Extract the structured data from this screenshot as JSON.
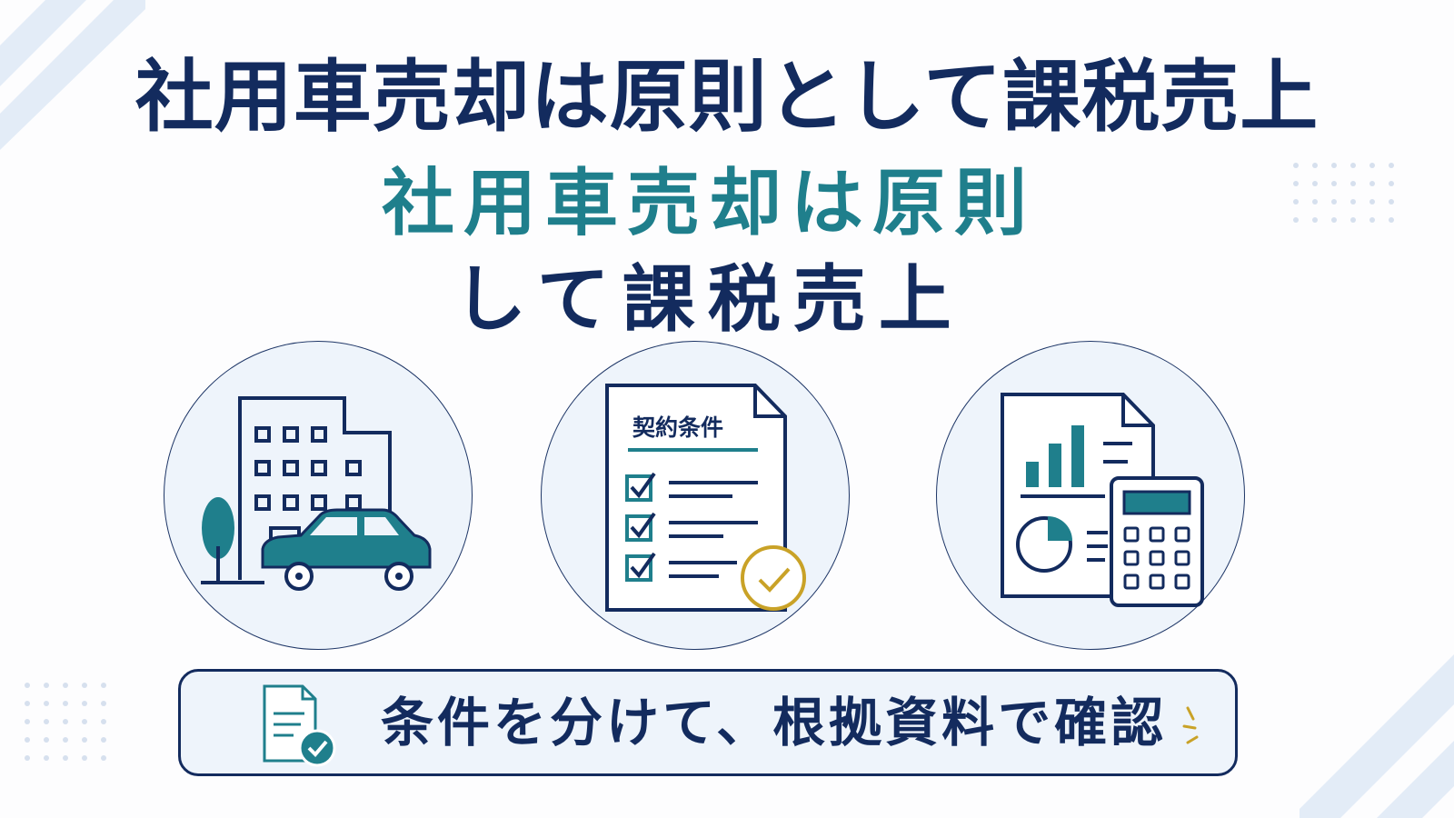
{
  "title": {
    "line1": "社用車売却は原則として課税売上",
    "line2": "社用車売却は原則",
    "line3": "して課税売上"
  },
  "icons": [
    {
      "name": "building-car-icon"
    },
    {
      "name": "contract-document-icon",
      "label": "契約条件"
    },
    {
      "name": "report-calculator-icon"
    }
  ],
  "banner": {
    "text": "条件を分けて、根拠資料で確認",
    "icon": "document-check-icon"
  },
  "colors": {
    "navy": "#132b5e",
    "teal": "#1f7f8c",
    "gold": "#c9a227",
    "circle_fill": "#eef4fb"
  }
}
